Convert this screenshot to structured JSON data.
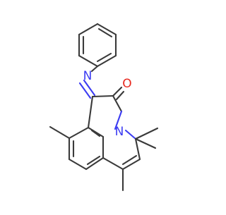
{
  "molecule": {
    "atoms": {
      "imine_n": {
        "symbol": "N",
        "color": "#3c3cf2"
      },
      "ring_n": {
        "symbol": "N",
        "color": "#3c3cf2"
      },
      "carbonyl_o": {
        "symbol": "O",
        "color": "#e8281e"
      }
    },
    "bond_color": "#3a3a3a"
  }
}
